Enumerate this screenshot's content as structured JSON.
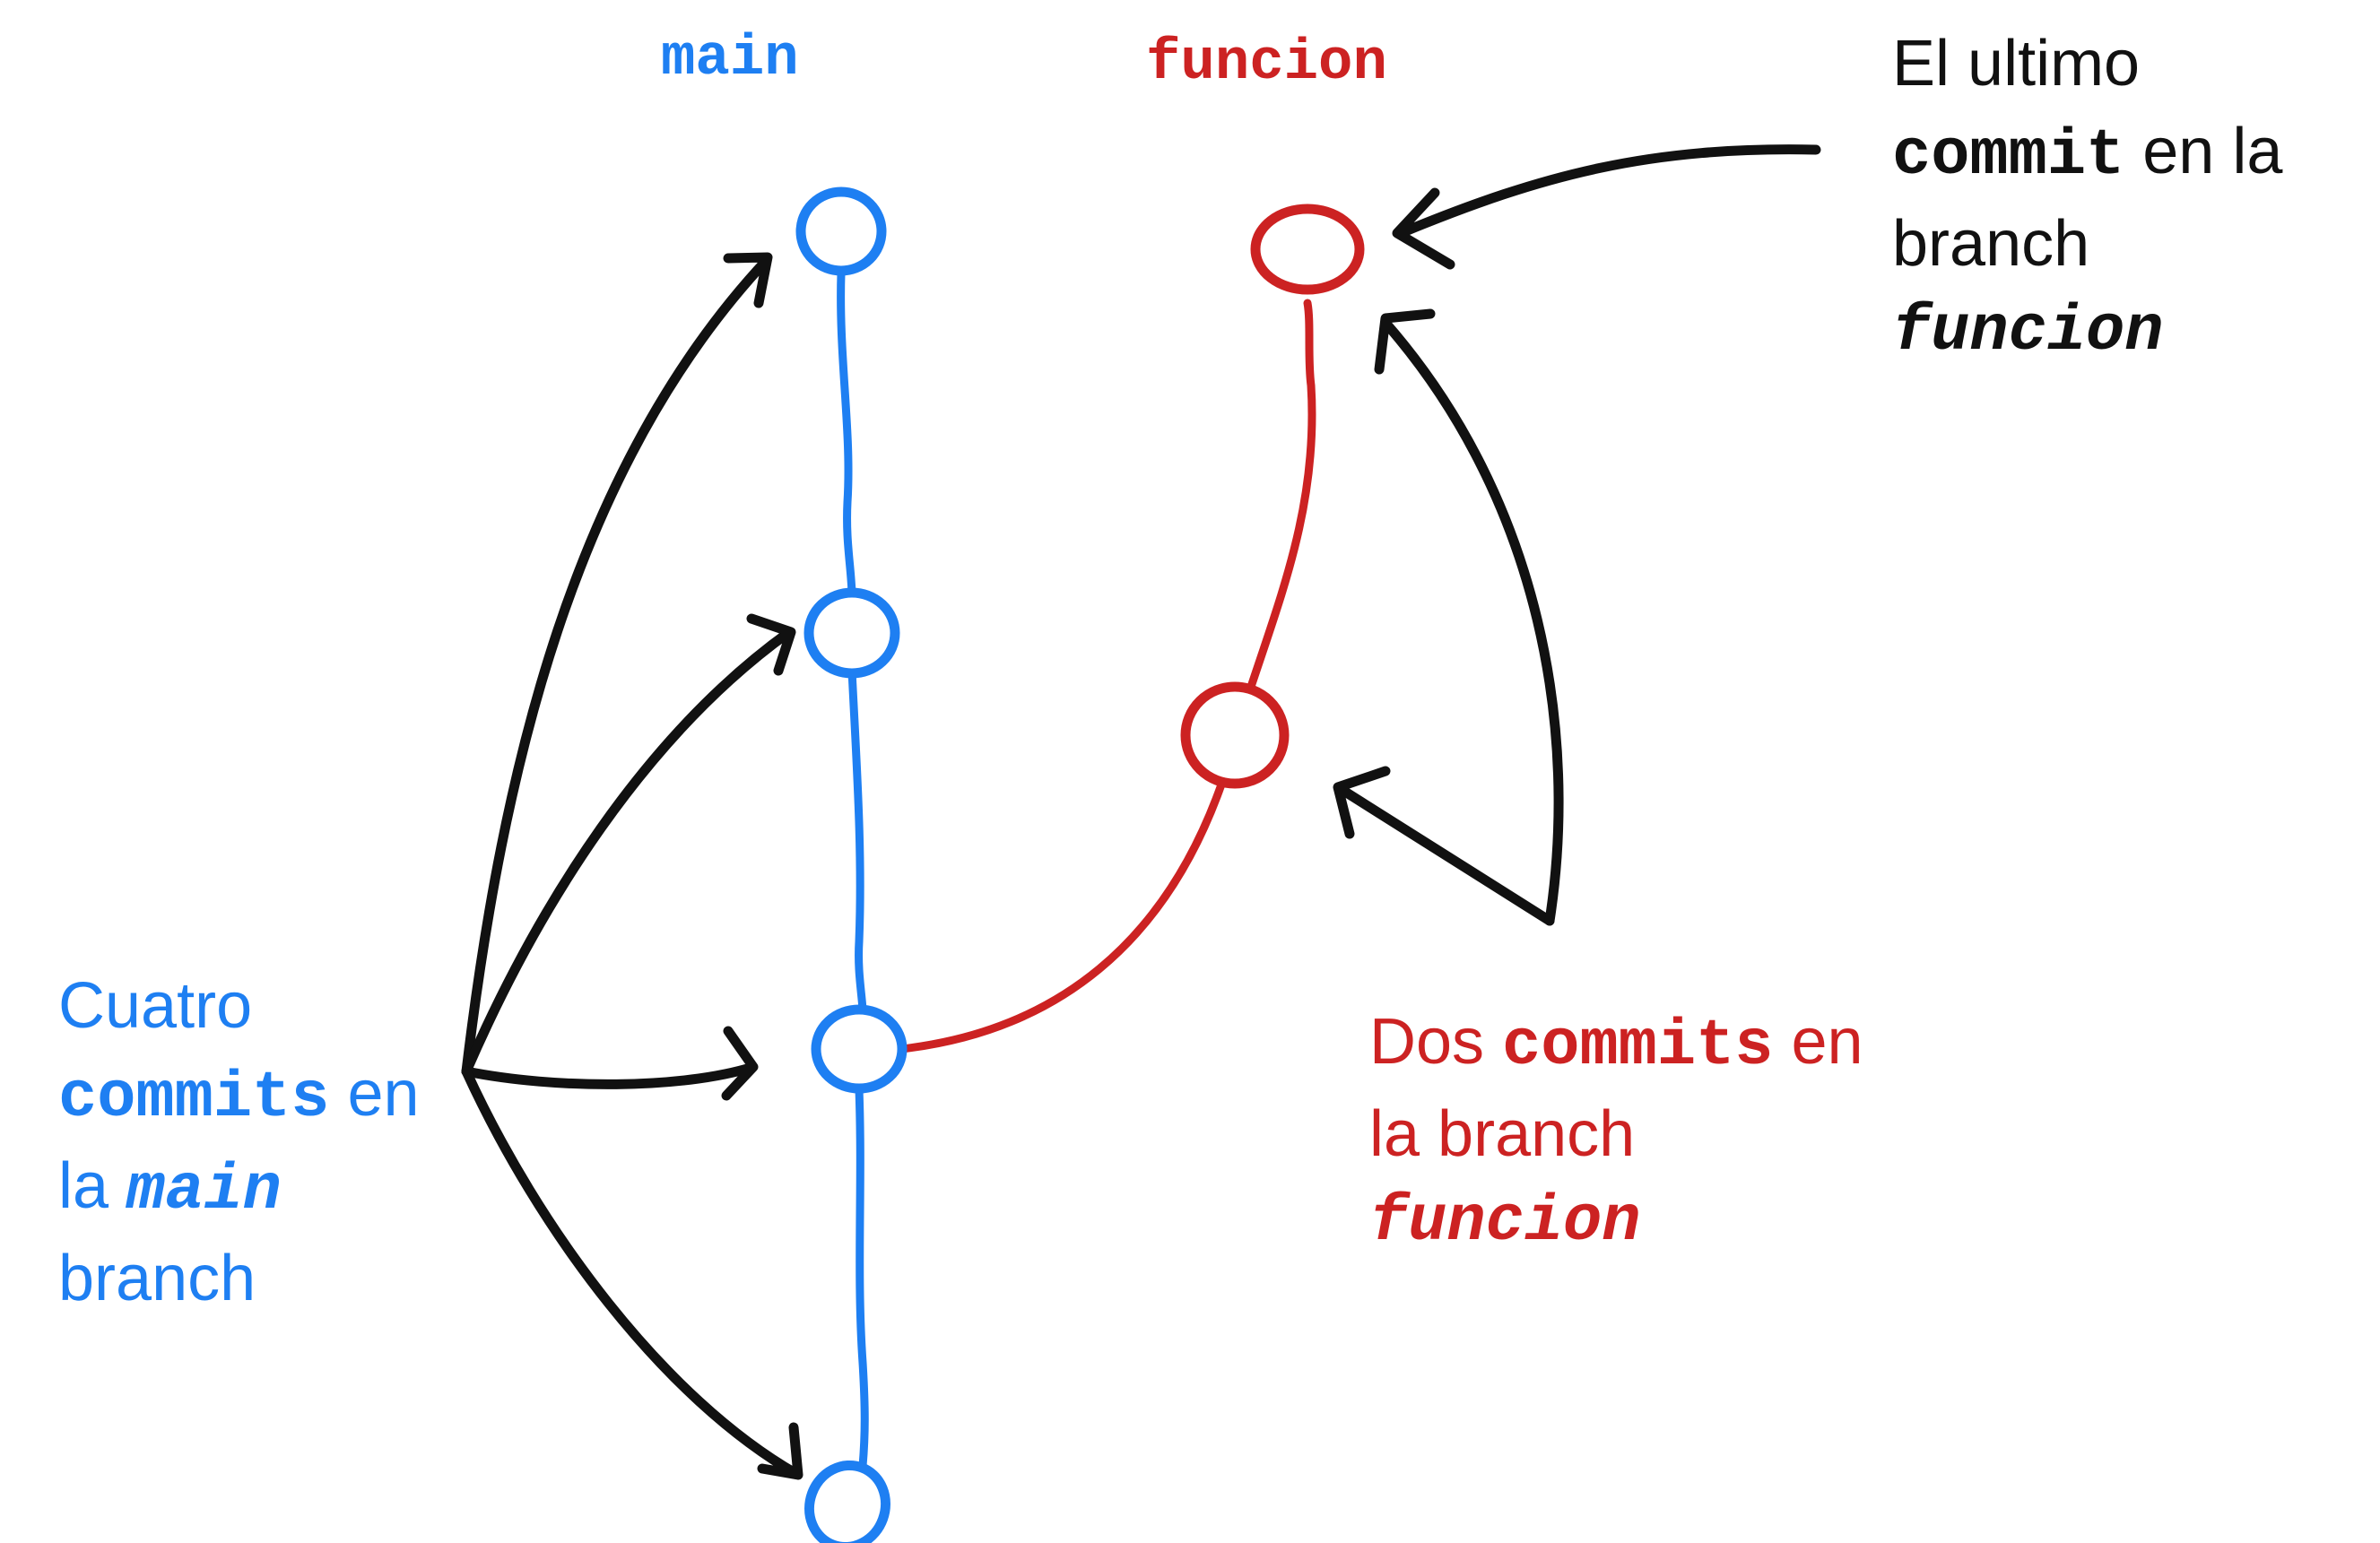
{
  "branches": {
    "main": {
      "label": "main",
      "color": "#1e7ff2",
      "commit_count": 4
    },
    "funcion": {
      "label": "funcion",
      "color": "#cc2222",
      "commit_count": 2
    }
  },
  "annotations": {
    "latest": {
      "line1": "El ultimo",
      "commit_word": "commit",
      "line2_rest": " en la",
      "line3": "branch",
      "branch_word": "funcion",
      "color": "#111111"
    },
    "main_commits": {
      "line1": "Cuatro",
      "commit_word": "commits",
      "line2_rest": " en",
      "line3_prefix": "la ",
      "branch_word": "main",
      "line4": "branch",
      "color": "#1e7ff2"
    },
    "funcion_commits": {
      "line1": "Dos ",
      "commit_word": "commits",
      "line1_rest": " en",
      "line2": "la branch",
      "branch_word": "funcion",
      "color": "#cc2222"
    }
  },
  "arrow_color": "#111111"
}
